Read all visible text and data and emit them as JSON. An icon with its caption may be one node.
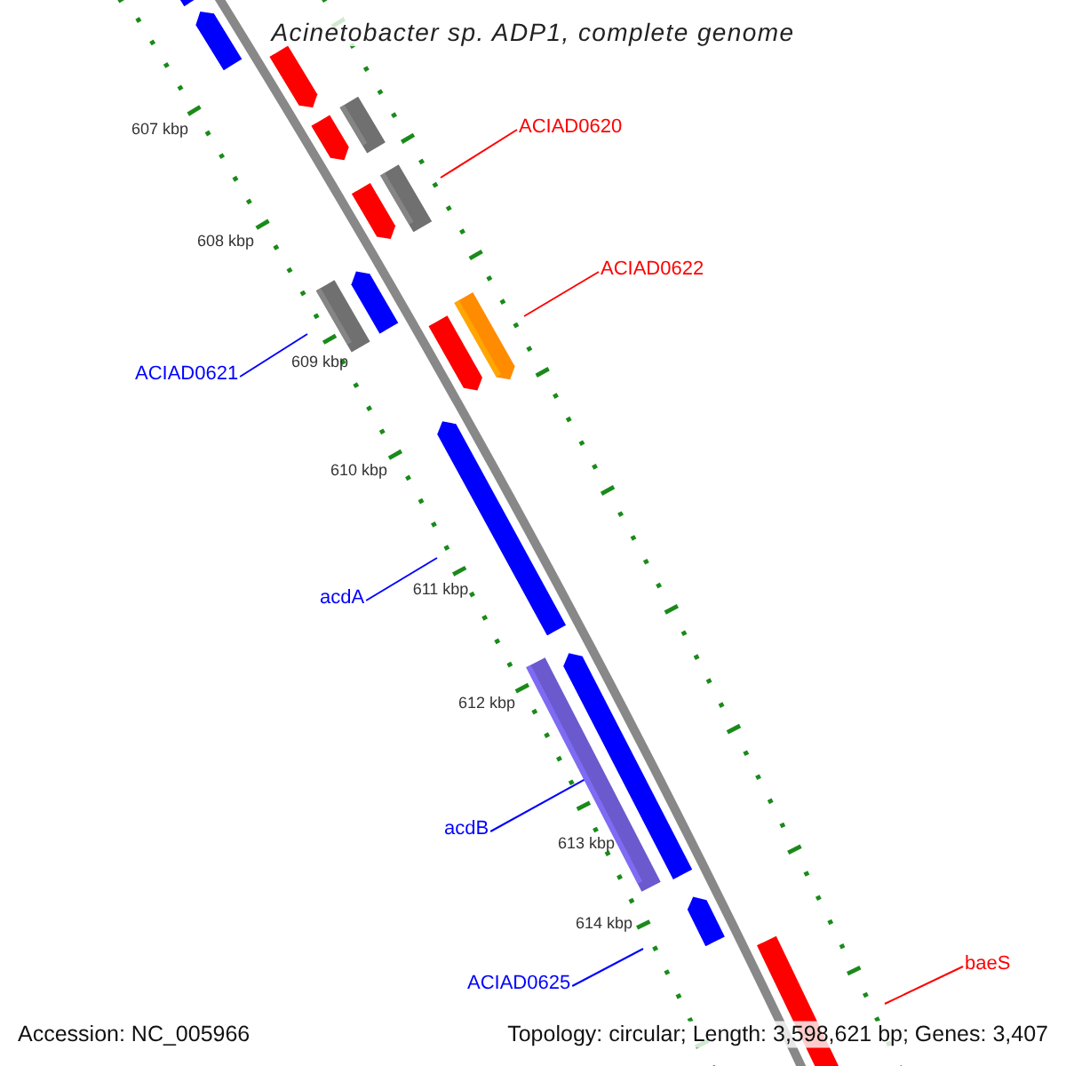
{
  "diagram": {
    "title": "Acinetobacter sp. ADP1, complete genome",
    "nodes": [
      {
        "text": [
          "ACIAD0620"
        ]
      },
      {
        "text": [
          "ACIAD0622"
        ]
      },
      {
        "text": [
          "ACIAD0621"
        ]
      },
      {
        "text": [
          "acdA"
        ]
      },
      {
        "text": [
          "acdB"
        ]
      },
      {
        "text": [
          "baeS"
        ]
      },
      {
        "text": [
          "ACIAD0625"
        ]
      },
      {
        "text": [],
        "shape": "bar"
      }
    ],
    "edges": [
      {
        "from": 0,
        "to": null,
        "arrow": "none",
        "color": "#ff0000"
      },
      {
        "from": 1,
        "to": null,
        "arrow": "none",
        "color": "#ff0000"
      },
      {
        "from": 2,
        "to": null,
        "arrow": "none"
      },
      {
        "from": 3,
        "to": null,
        "arrow": "none"
      },
      {
        "from": 4,
        "to": 7,
        "arrow": "none"
      },
      {
        "from": 5,
        "to": null,
        "arrow": "none",
        "color": "#ff0000"
      },
      {
        "from": 6,
        "to": null,
        "arrow": "none"
      }
    ],
    "labels": [
      "607 kbp",
      "608 kbp",
      "609 kbp",
      "610 kbp",
      "611 kbp",
      "612 kbp",
      "613 kbp",
      "614 kbp",
      "Accession: NC_005966",
      "Topology: circular; Length: 3,598,621 bp; Genes: 3,407"
    ]
  }
}
